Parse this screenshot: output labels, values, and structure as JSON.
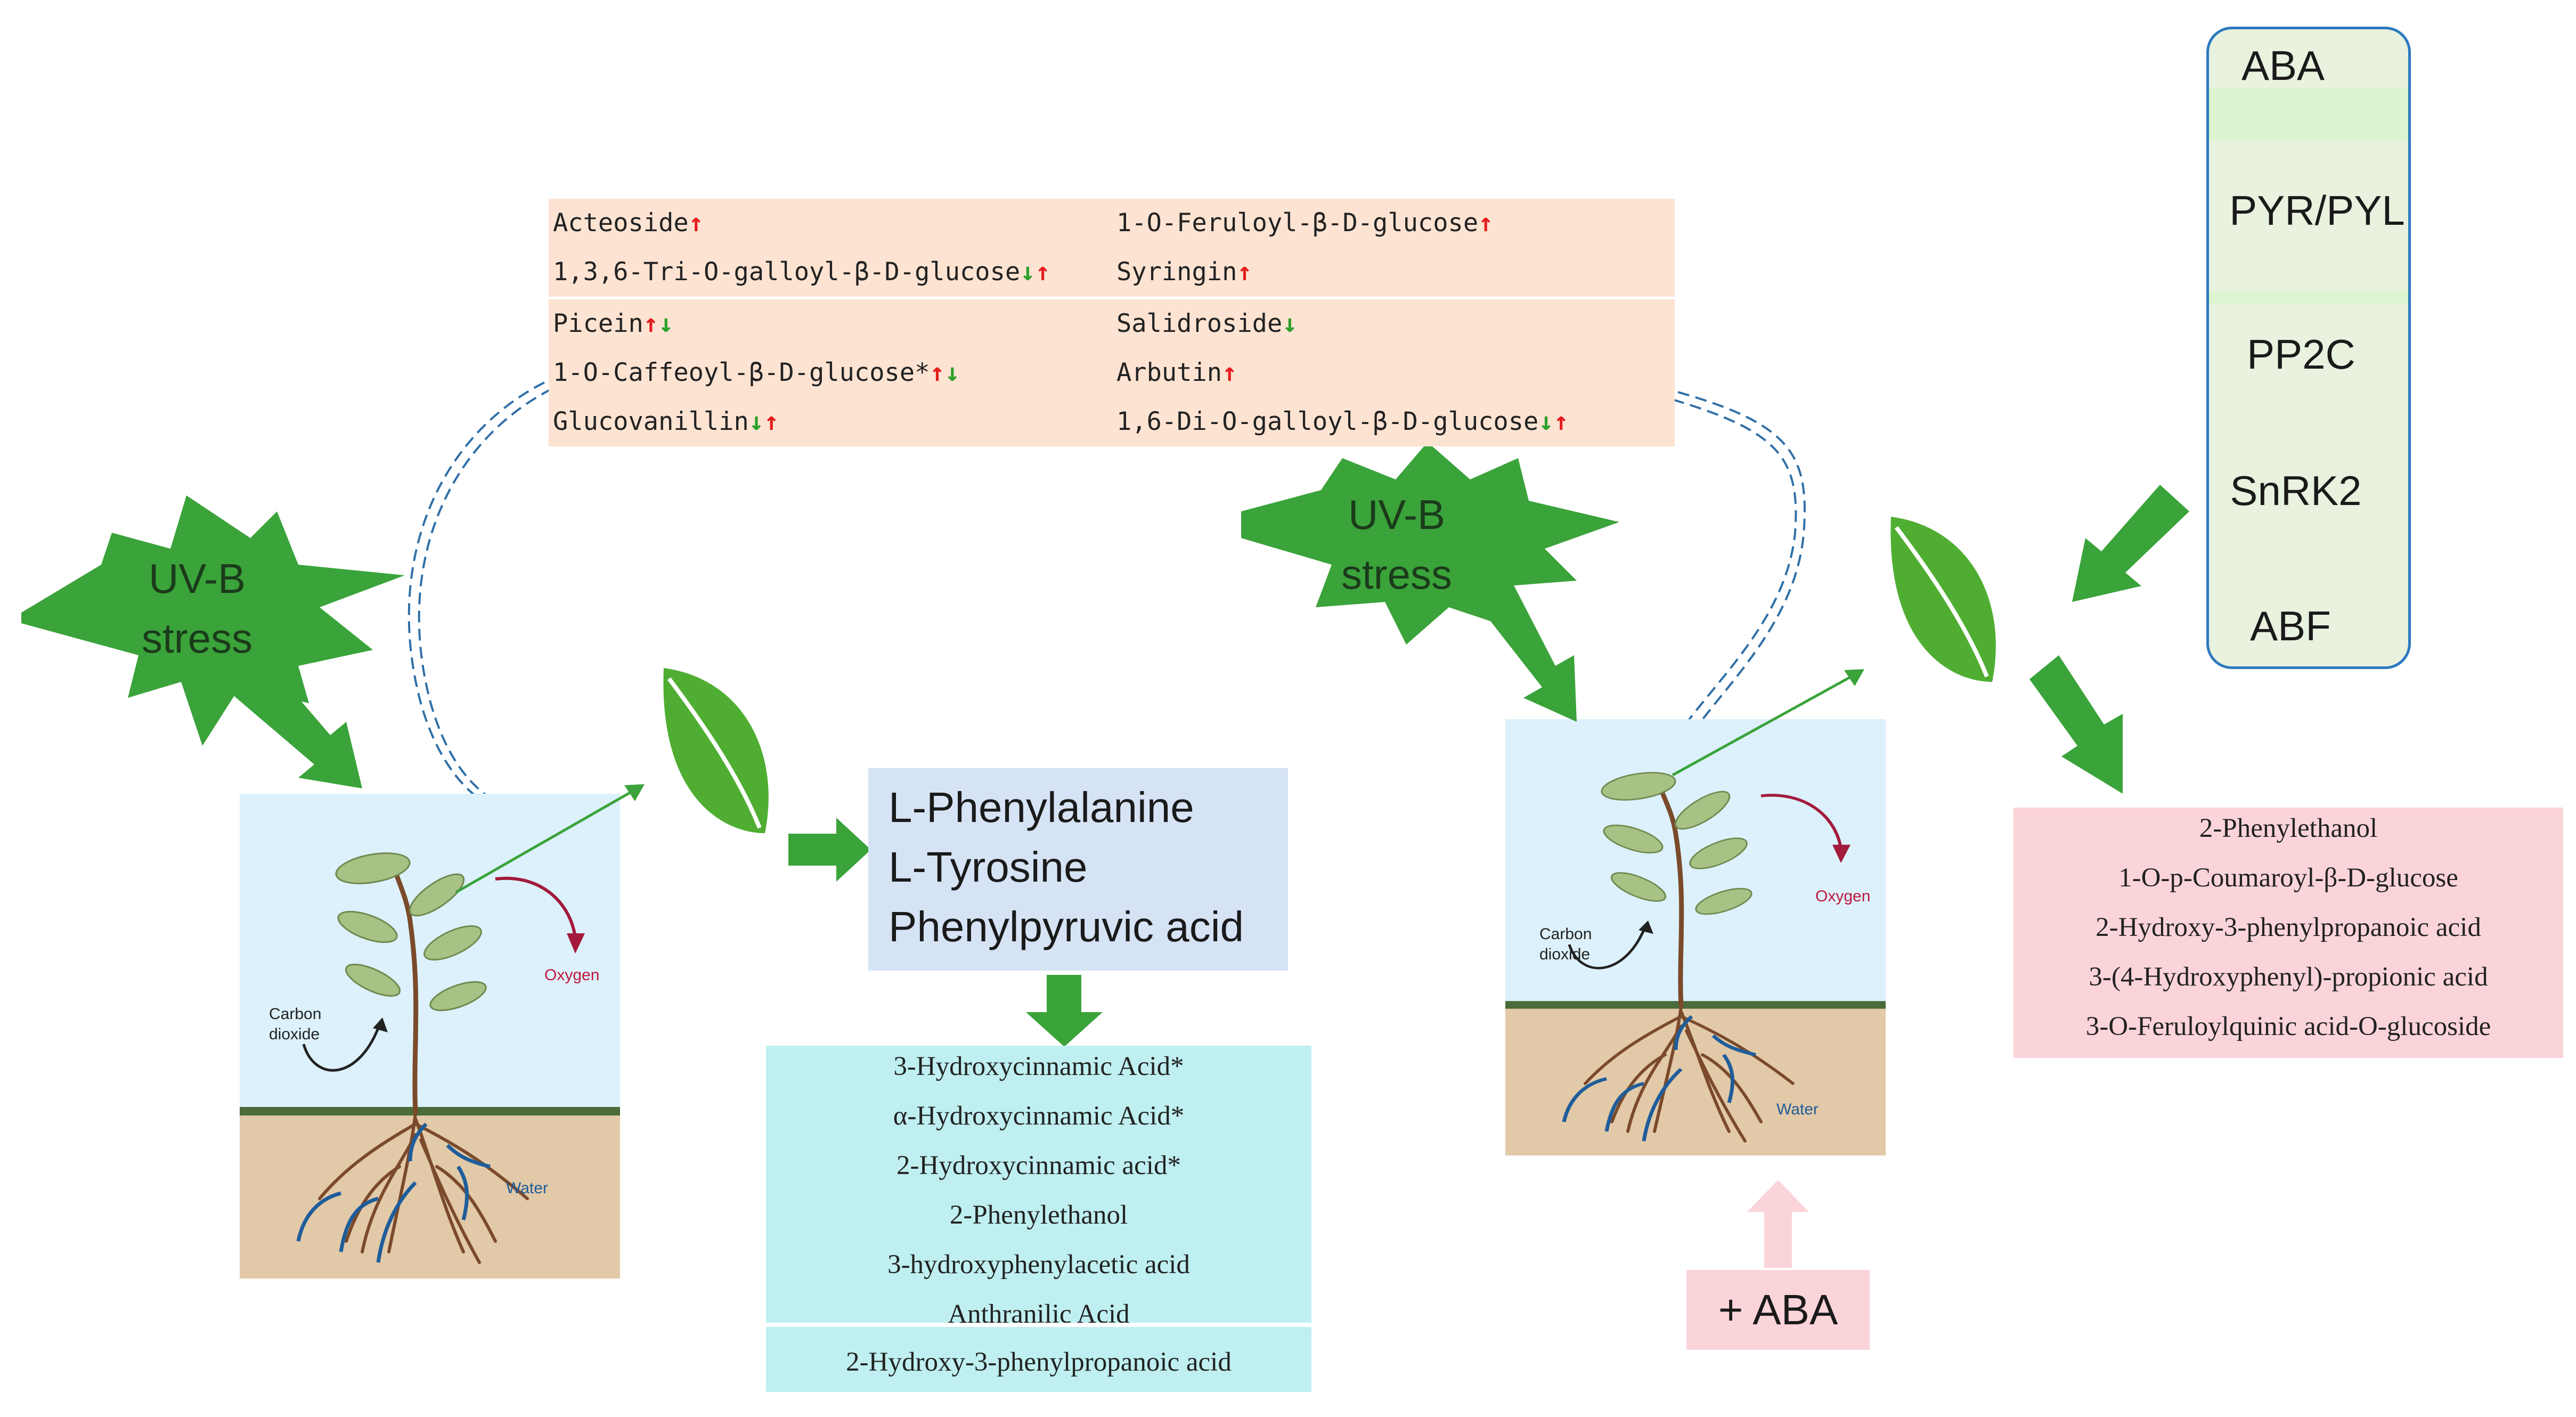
{
  "table": {
    "left_col": [
      {
        "name": "Acteoside",
        "arrows": [
          "up"
        ]
      },
      {
        "name": "1,3,6-Tri-O-galloyl-β-D-glucose",
        "arrows": [
          "down",
          "up"
        ]
      },
      {
        "name": "Picein",
        "arrows": [
          "up",
          "down"
        ]
      },
      {
        "name": "1-O-Caffeoyl-β-D-glucose*",
        "arrows": [
          "up",
          "down"
        ]
      },
      {
        "name": "Glucovanillin",
        "arrows": [
          "down",
          "up"
        ]
      }
    ],
    "right_col": [
      {
        "name": "1-O-Feruloyl-β-D-glucose",
        "arrows": [
          "up"
        ]
      },
      {
        "name": "Syringin",
        "arrows": [
          "up"
        ]
      },
      {
        "name": "Salidroside",
        "arrows": [
          "down"
        ]
      },
      {
        "name": "Arbutin",
        "arrows": [
          "up"
        ]
      },
      {
        "name": "1,6-Di-O-galloyl-β-D-glucose",
        "arrows": [
          "down",
          "up"
        ]
      }
    ],
    "colors": {
      "background": "#fde3d2",
      "up_arrow": "#e51c1c",
      "down_arrow": "#2aa02a"
    }
  },
  "stress_left": {
    "line1": "UV-B",
    "line2": "stress"
  },
  "stress_right": {
    "line1": "UV-B",
    "line2": "stress"
  },
  "plant_left": {
    "carbon_line1": "Carbon",
    "carbon_line2": "dioxide",
    "oxygen": "Oxygen",
    "water": "Water"
  },
  "plant_right": {
    "carbon_line1": "Carbon",
    "carbon_line2": "dioxide",
    "oxygen": "Oxygen",
    "water": "Water"
  },
  "amino_box": {
    "lines": [
      "L-Phenylalanine",
      "L-Tyrosine",
      "Phenylpyruvic acid"
    ]
  },
  "cyan_list": {
    "items": [
      "3-Hydroxycinnamic Acid*",
      "α-Hydroxycinnamic Acid*",
      "2-Hydroxycinnamic acid*",
      "2-Phenylethanol",
      "3-hydroxyphenylacetic acid",
      "Anthranilic Acid",
      "2-Hydroxy-3-phenylpropanoic acid"
    ]
  },
  "pink_list": {
    "items": [
      "2-Phenylethanol",
      "1-O-p-Coumaroyl-β-D-glucose",
      "2-Hydroxy-3-phenylpropanoic acid",
      "3-(4-Hydroxyphenyl)-propionic acid",
      "3-O-Feruloylquinic acid-O-glucoside"
    ]
  },
  "aba_pathway": {
    "nodes": [
      "ABA",
      "PYR/PYL",
      "PP2C",
      "SnRK2",
      "ABF"
    ]
  },
  "aba_treatment": {
    "label": "+ ABA"
  },
  "colors": {
    "green_arrow": "#3aa33a",
    "leaf": "#4fae32",
    "dashed_link": "#2f6fa7",
    "sky": "#dcf1fb",
    "soil": "#e2c9a8",
    "ground_line": "#4a6b3a",
    "pathway_border": "#2c79c0"
  }
}
